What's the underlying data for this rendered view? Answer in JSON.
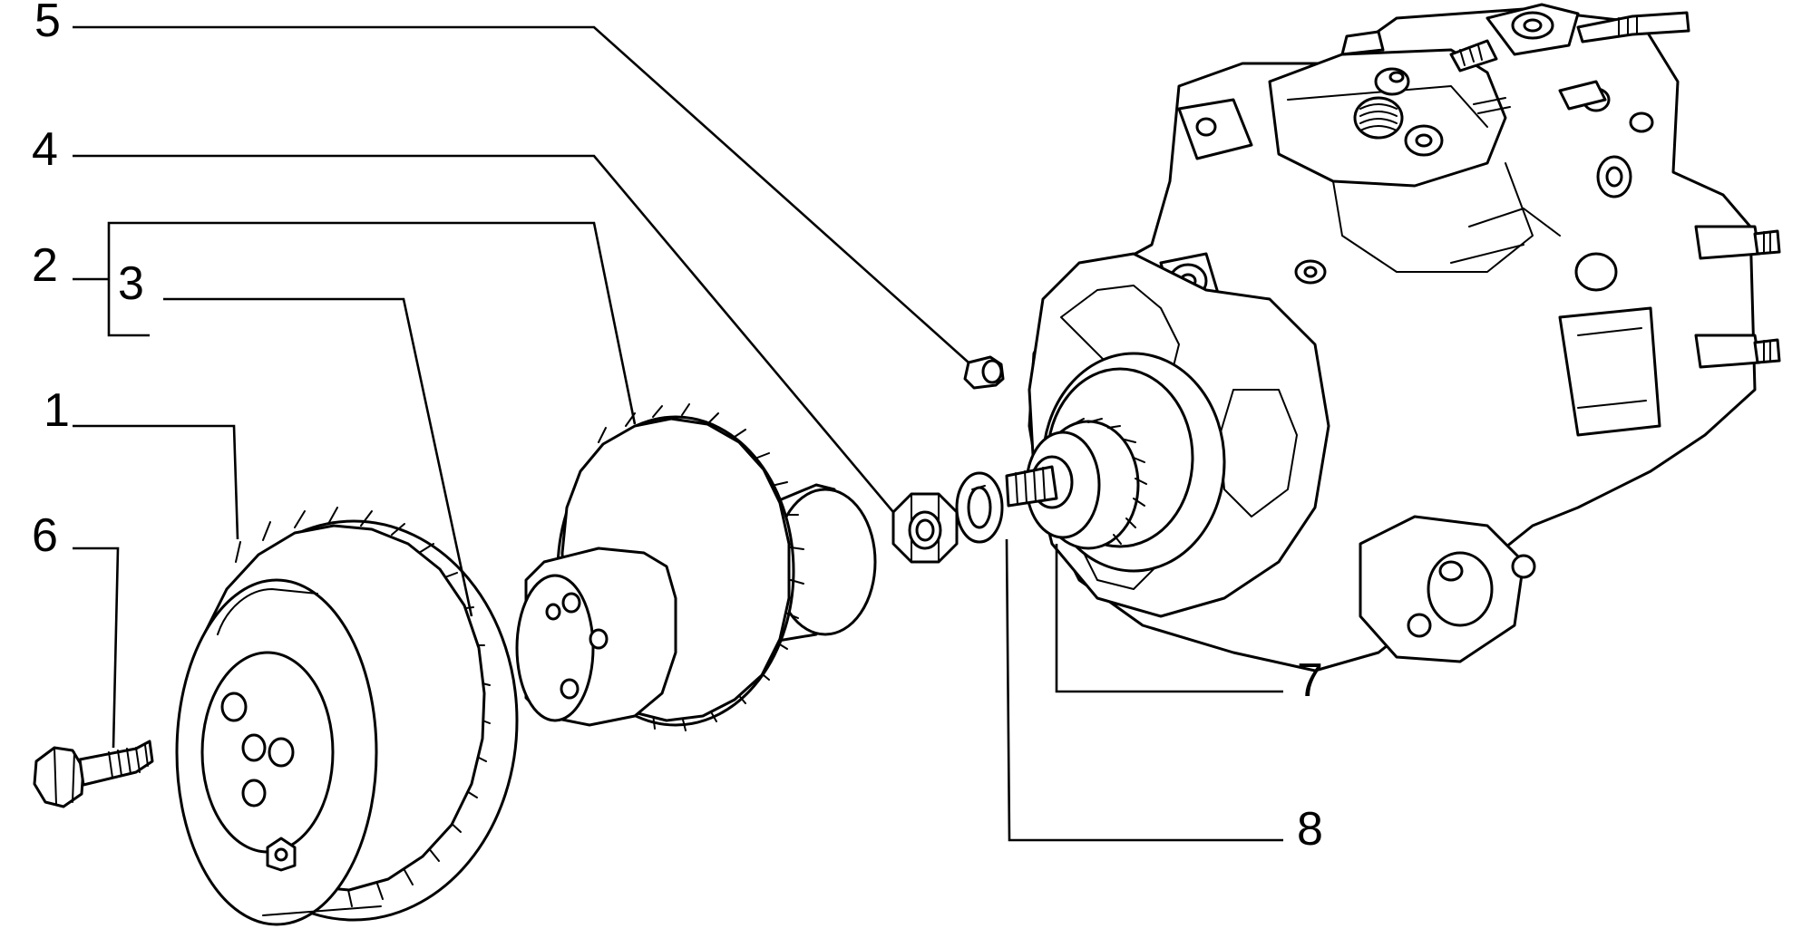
{
  "diagram": {
    "callouts": [
      {
        "id": "1",
        "label": "1"
      },
      {
        "id": "2",
        "label": "2"
      },
      {
        "id": "3",
        "label": "3"
      },
      {
        "id": "4",
        "label": "4"
      },
      {
        "id": "5",
        "label": "5"
      },
      {
        "id": "6",
        "label": "6"
      },
      {
        "id": "7",
        "label": "7"
      },
      {
        "id": "8",
        "label": "8"
      }
    ],
    "parts": [
      {
        "callout": "1",
        "icon": "large-gear-icon"
      },
      {
        "callout": "2",
        "icon": "hub-gear-icon"
      },
      {
        "callout": "3",
        "icon": "pin-icon"
      },
      {
        "callout": "4",
        "icon": "nut-icon"
      },
      {
        "callout": "5",
        "icon": "key-icon"
      },
      {
        "callout": "6",
        "icon": "bolt-icon"
      },
      {
        "callout": "7",
        "icon": "pump-hub-gear-icon"
      },
      {
        "callout": "8",
        "icon": "washer-icon"
      }
    ],
    "assembly_icon": "injection-pump-icon",
    "colors": {
      "ink": "#000000",
      "paper": "#ffffff"
    }
  }
}
